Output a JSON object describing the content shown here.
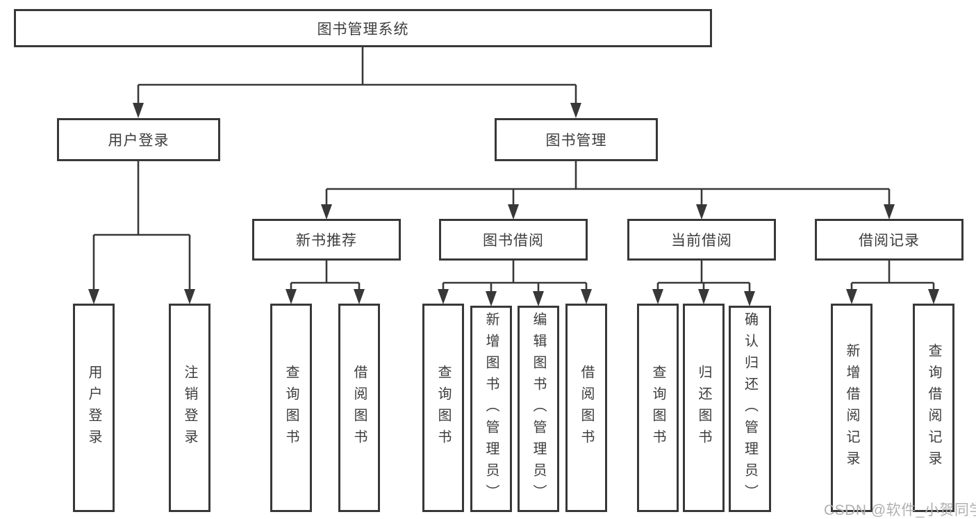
{
  "tree": {
    "label": "图书管理系统",
    "children": [
      {
        "label": "用户登录",
        "children": [
          {
            "label": "用户登录"
          },
          {
            "label": "注销登录"
          }
        ]
      },
      {
        "label": "图书管理",
        "children": [
          {
            "label": "新书推荐",
            "children": [
              {
                "label": "查询图书"
              },
              {
                "label": "借阅图书"
              }
            ]
          },
          {
            "label": "图书借阅",
            "children": [
              {
                "label": "查询图书"
              },
              {
                "label": "新增图书（管理员）"
              },
              {
                "label": "编辑图书（管理员）"
              },
              {
                "label": "借阅图书"
              }
            ]
          },
          {
            "label": "当前借阅",
            "children": [
              {
                "label": "查询图书"
              },
              {
                "label": "归还图书"
              },
              {
                "label": "确认归还（管理员）"
              }
            ]
          },
          {
            "label": "借阅记录",
            "children": [
              {
                "label": "新增借阅记录"
              },
              {
                "label": "查询借阅记录"
              }
            ]
          }
        ]
      }
    ]
  },
  "watermark": "CSDN @软件_小贺同学",
  "theme": {
    "line_color": "#383838",
    "text_color": "#3d3d3d",
    "watermark_color": "#b0b0b0",
    "bg_color": "#ffffff"
  }
}
